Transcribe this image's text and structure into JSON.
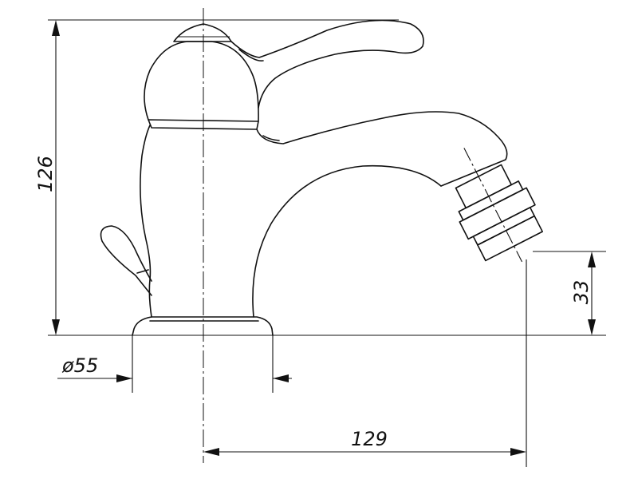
{
  "dimensions": {
    "height": "126",
    "diameter": "ø55",
    "spout_height": "33",
    "spout_reach": "129"
  }
}
